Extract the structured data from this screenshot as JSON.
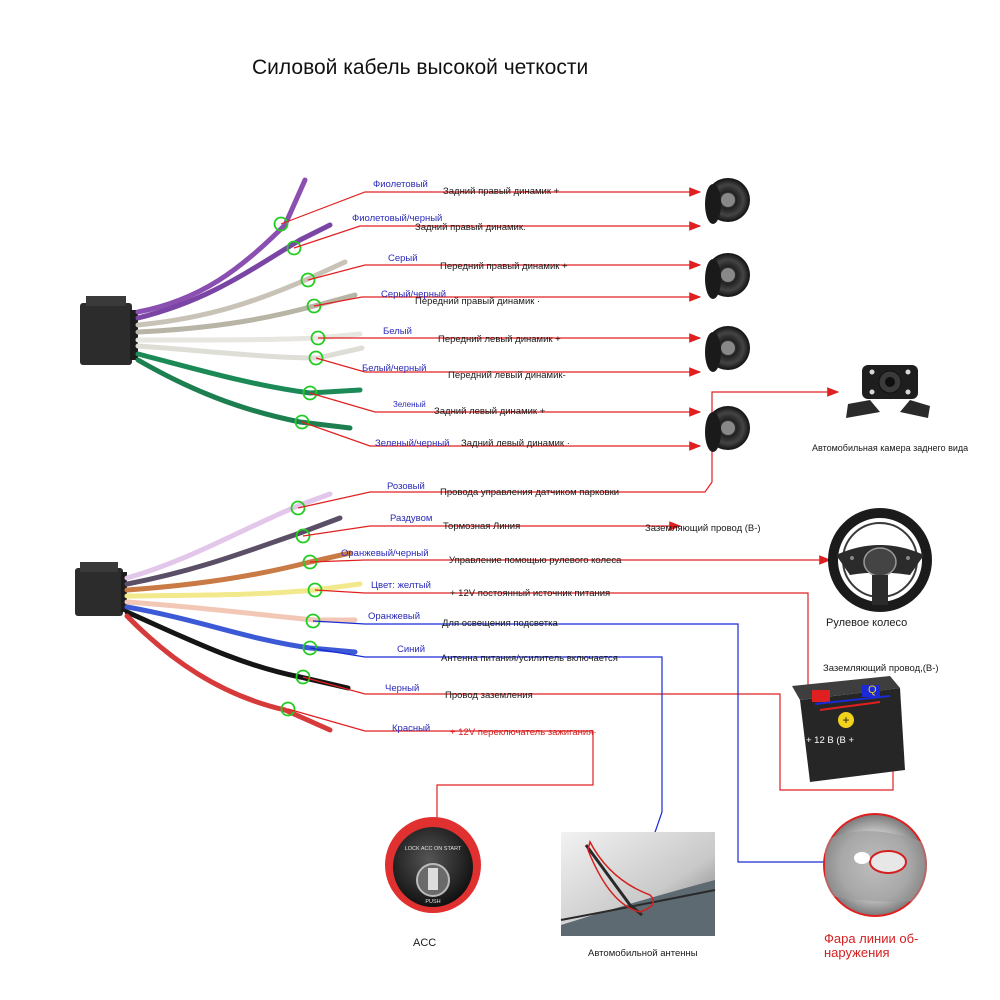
{
  "title": "Силовой кабель высокой четкости",
  "colors": {
    "arrow_red": "#e02020",
    "arrow_blue": "#1a2ad6",
    "wire_label": "#2a2ab8",
    "circle_green": "#22cc22"
  },
  "speaker_wires": [
    {
      "color_label": "Фиолетовый",
      "function": "Задний правый динамик +"
    },
    {
      "color_label": "Фиолетовый/черный",
      "function": "Задний правый динамик."
    },
    {
      "color_label": "Серый",
      "function": "Передний правый динамик +"
    },
    {
      "color_label": "Серый/черный",
      "function": "Передний правый динамик ·"
    },
    {
      "color_label": "Белый",
      "function": "Передний левый динамик +"
    },
    {
      "color_label": "Белый/черный",
      "function": "Передний левый динамик-"
    },
    {
      "color_label": "Зеленый",
      "function": "Задний левый динамик +"
    },
    {
      "color_label": "Зеленый/черный",
      "function": "Задний левый динамик ·"
    }
  ],
  "power_wires": [
    {
      "color_label": "Розовый",
      "function": "Провода управления датчиком парковки"
    },
    {
      "color_label": "Раздувом",
      "function": "Тормозная Линия"
    },
    {
      "color_label": "Оранжевый/черный",
      "function": "Управление помощью рулевого колеса"
    },
    {
      "color_label": "Цвет: желтый",
      "function": "+ 12V постоянный источник питания"
    },
    {
      "color_label": "Оранжевый",
      "function": "Для освещения подсветка"
    },
    {
      "color_label": "Синий",
      "function": "Антенна питания/усилитель включается"
    },
    {
      "color_label": "Черный",
      "function": "Провод заземления"
    },
    {
      "color_label": "Красный",
      "function": "+ 12V переключатель зажигания·"
    }
  ],
  "components": {
    "camera_label": "Автомобильная камера заднего вида",
    "brake_ground_label": "Заземляющий провод (B-)",
    "steering_label": "Рулевое колесо",
    "battery_ground_label": "Заземляющий провод,(B-)",
    "battery_text": "+ 12 B (B +",
    "battery_q": "Q",
    "acc_label": "ACC",
    "antenna_label": "Автомобильной антенны",
    "headlight_label_1": "Фара линии об-",
    "headlight_label_2": "наружения",
    "ignition_text": "LOCK  ACC  ON  START",
    "ignition_push": "PUSH"
  }
}
